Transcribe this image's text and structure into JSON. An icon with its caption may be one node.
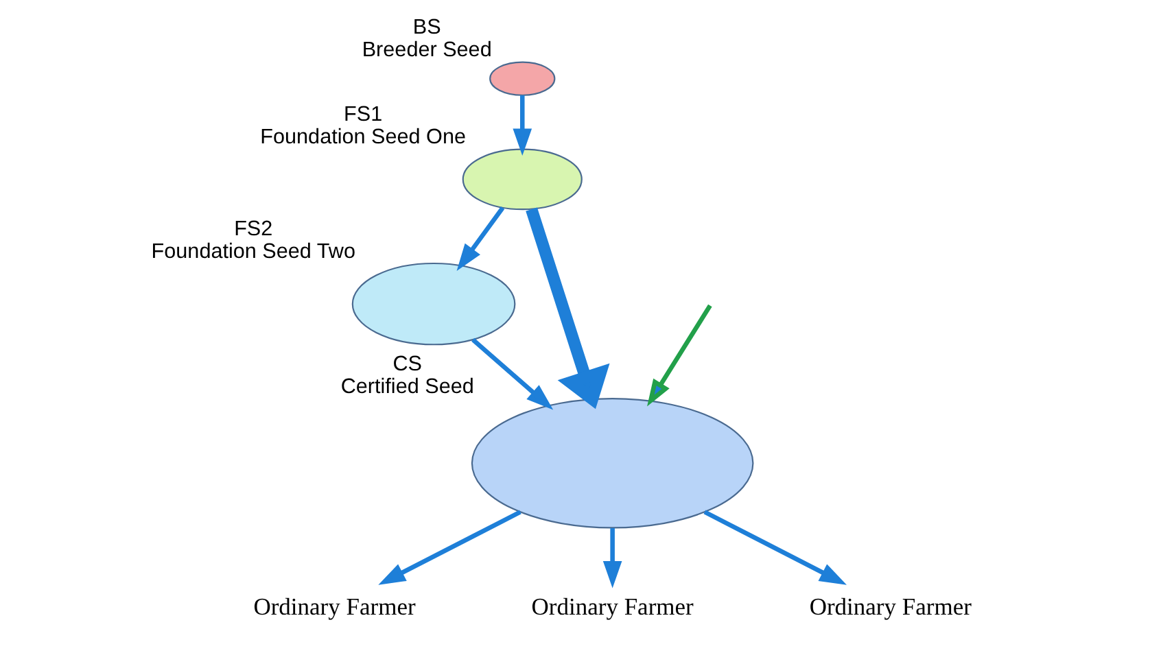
{
  "diagram": {
    "nodes": [
      {
        "text": [],
        "shape": "ellipse",
        "beside": [
          "BS",
          "Breeder Seed"
        ]
      },
      {
        "text": [],
        "shape": "ellipse",
        "beside": [
          "FS1",
          "Foundation Seed One"
        ]
      },
      {
        "text": [],
        "shape": "ellipse",
        "beside": [
          "FS2",
          "Foundation Seed Two"
        ]
      },
      {
        "text": [],
        "shape": "ellipse",
        "beside": [
          "CS",
          "Certified Seed"
        ]
      },
      {
        "text": [
          "Ordinary Farmer"
        ]
      },
      {
        "text": [
          "Ordinary Farmer"
        ]
      },
      {
        "text": [
          "Ordinary Farmer"
        ]
      }
    ],
    "edges": [
      {
        "from": 0,
        "to": 1,
        "arrow": "to"
      },
      {
        "from": 1,
        "to": 2,
        "arrow": "to"
      },
      {
        "from": 1,
        "to": 3,
        "arrow": "to",
        "style": "thick"
      },
      {
        "from": 2,
        "to": 3,
        "arrow": "to"
      },
      {
        "from": null,
        "to": 3,
        "arrow": "to",
        "color": "#22a04a"
      },
      {
        "from": 3,
        "to": 4,
        "arrow": "to"
      },
      {
        "from": 3,
        "to": 5,
        "arrow": "to"
      },
      {
        "from": 3,
        "to": 6,
        "arrow": "to"
      }
    ]
  }
}
